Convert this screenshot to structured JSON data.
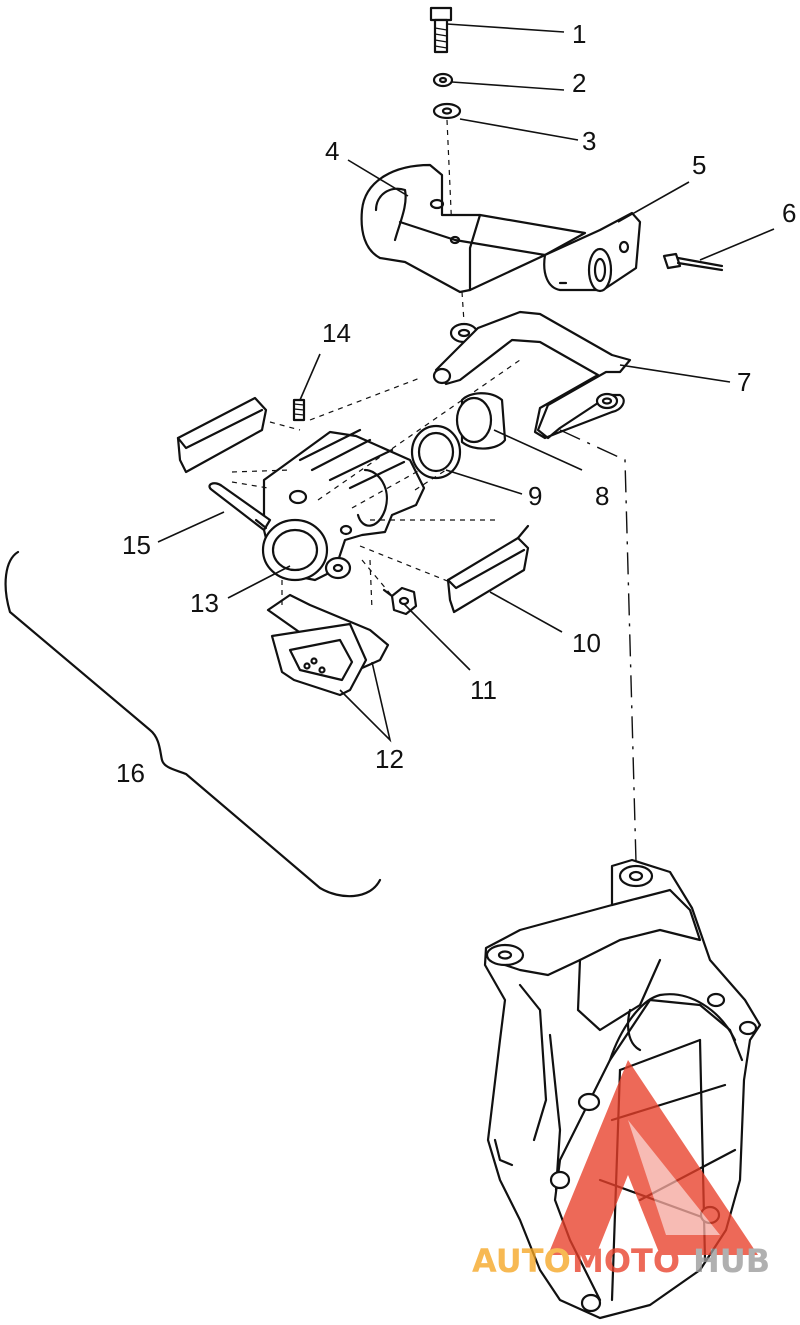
{
  "callouts": [
    {
      "id": "1",
      "text": "1"
    },
    {
      "id": "2",
      "text": "2"
    },
    {
      "id": "3",
      "text": "3"
    },
    {
      "id": "4",
      "text": "4"
    },
    {
      "id": "5",
      "text": "5"
    },
    {
      "id": "6",
      "text": "6"
    },
    {
      "id": "7",
      "text": "7"
    },
    {
      "id": "8",
      "text": "8"
    },
    {
      "id": "9",
      "text": "9"
    },
    {
      "id": "10",
      "text": "10"
    },
    {
      "id": "11",
      "text": "11"
    },
    {
      "id": "12",
      "text": "12"
    },
    {
      "id": "13",
      "text": "13"
    },
    {
      "id": "14",
      "text": "14"
    },
    {
      "id": "15",
      "text": "15"
    },
    {
      "id": "16",
      "text": "16"
    }
  ],
  "watermark": {
    "part1": "AUTO",
    "part2": "MOTO",
    "part3": "HUB",
    "color_orange": "#f5a623",
    "color_red": "#e8402a",
    "color_grey": "#9a9a9a"
  }
}
